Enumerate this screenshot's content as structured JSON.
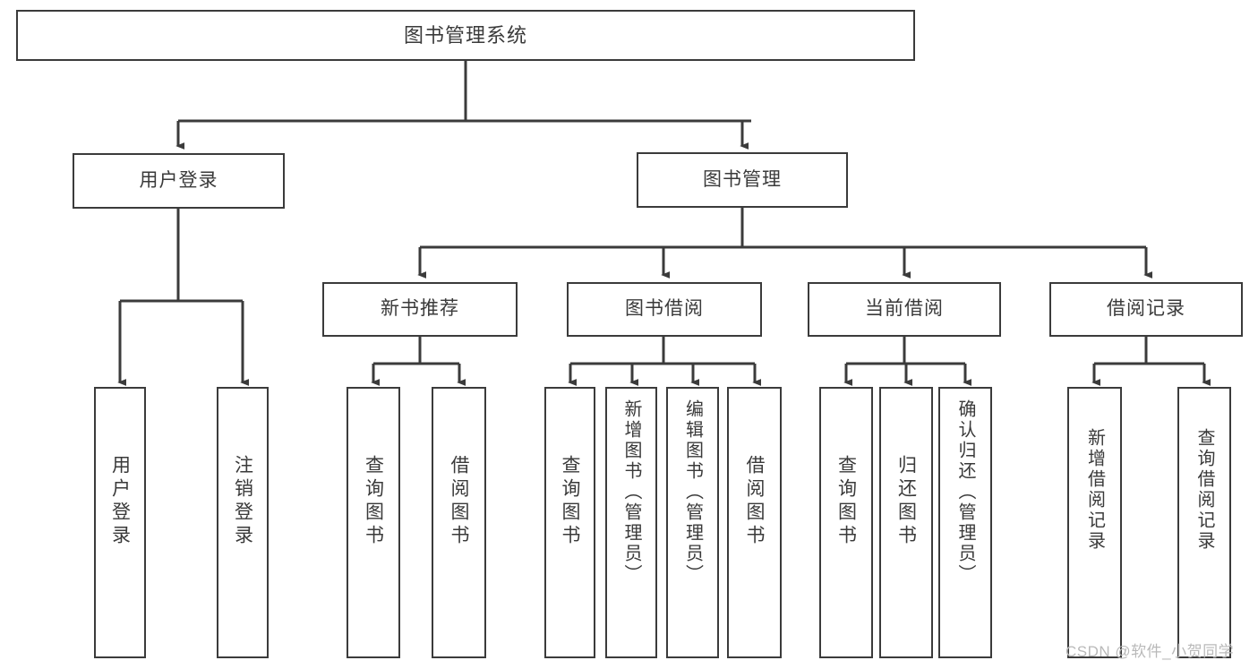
{
  "diagram": {
    "title": "图书管理系统",
    "type": "hierarchy-tree",
    "watermark": "CSDN @软件_小贺同学",
    "colors": {
      "stroke": "#3b3b3b",
      "text": "#3a3a3a",
      "background": "#ffffff",
      "watermark": "#b9b9b9"
    },
    "nodes": {
      "root": {
        "label": "图书管理系统"
      },
      "level1": [
        {
          "label": "用户登录"
        },
        {
          "label": "图书管理"
        }
      ],
      "level2": [
        {
          "label": "新书推荐"
        },
        {
          "label": "图书借阅"
        },
        {
          "label": "当前借阅"
        },
        {
          "label": "借阅记录"
        }
      ],
      "leaves_user_login": [
        {
          "label": "用户登录"
        },
        {
          "label": "注销登录"
        }
      ],
      "leaves_new_book": [
        {
          "label": "查询图书"
        },
        {
          "label": "借阅图书"
        }
      ],
      "leaves_borrow": [
        {
          "label": "查询图书"
        },
        {
          "label": "新增图书（管理员）"
        },
        {
          "label": "编辑图书（管理员）"
        },
        {
          "label": "借阅图书"
        }
      ],
      "leaves_current": [
        {
          "label": "查询图书"
        },
        {
          "label": "归还图书"
        },
        {
          "label": "确认归还（管理员）"
        }
      ],
      "leaves_records": [
        {
          "label": "新增借阅记录"
        },
        {
          "label": "查询借阅记录"
        }
      ]
    }
  }
}
